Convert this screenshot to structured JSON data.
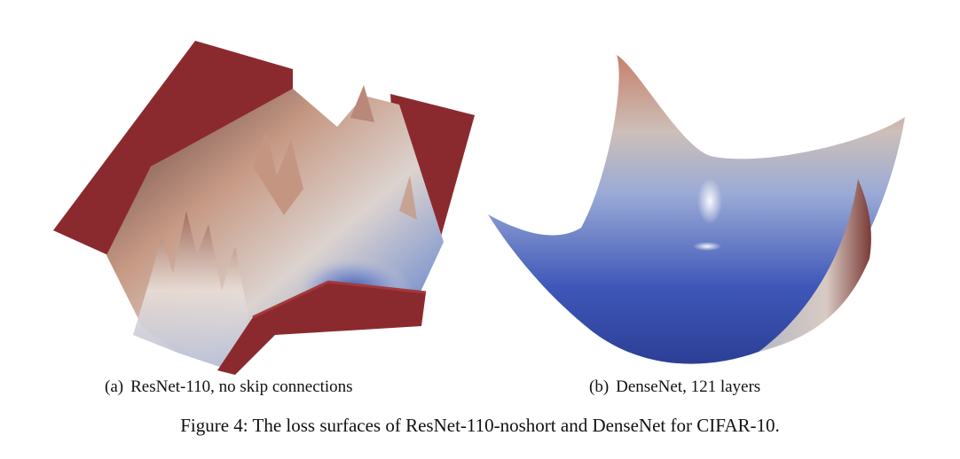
{
  "figure": {
    "subfigures": [
      {
        "tag": "(a)",
        "caption": "ResNet-110, no skip connections"
      },
      {
        "tag": "(b)",
        "caption": "DenseNet, 121 layers"
      }
    ],
    "caption": "Figure 4: The loss surfaces of ResNet-110-noshort and DenseNet for CIFAR-10."
  },
  "colors": {
    "high_loss": "#8b2a2e",
    "mid_loss": "#c9b3a6",
    "low_loss": "#3a4fb0"
  }
}
